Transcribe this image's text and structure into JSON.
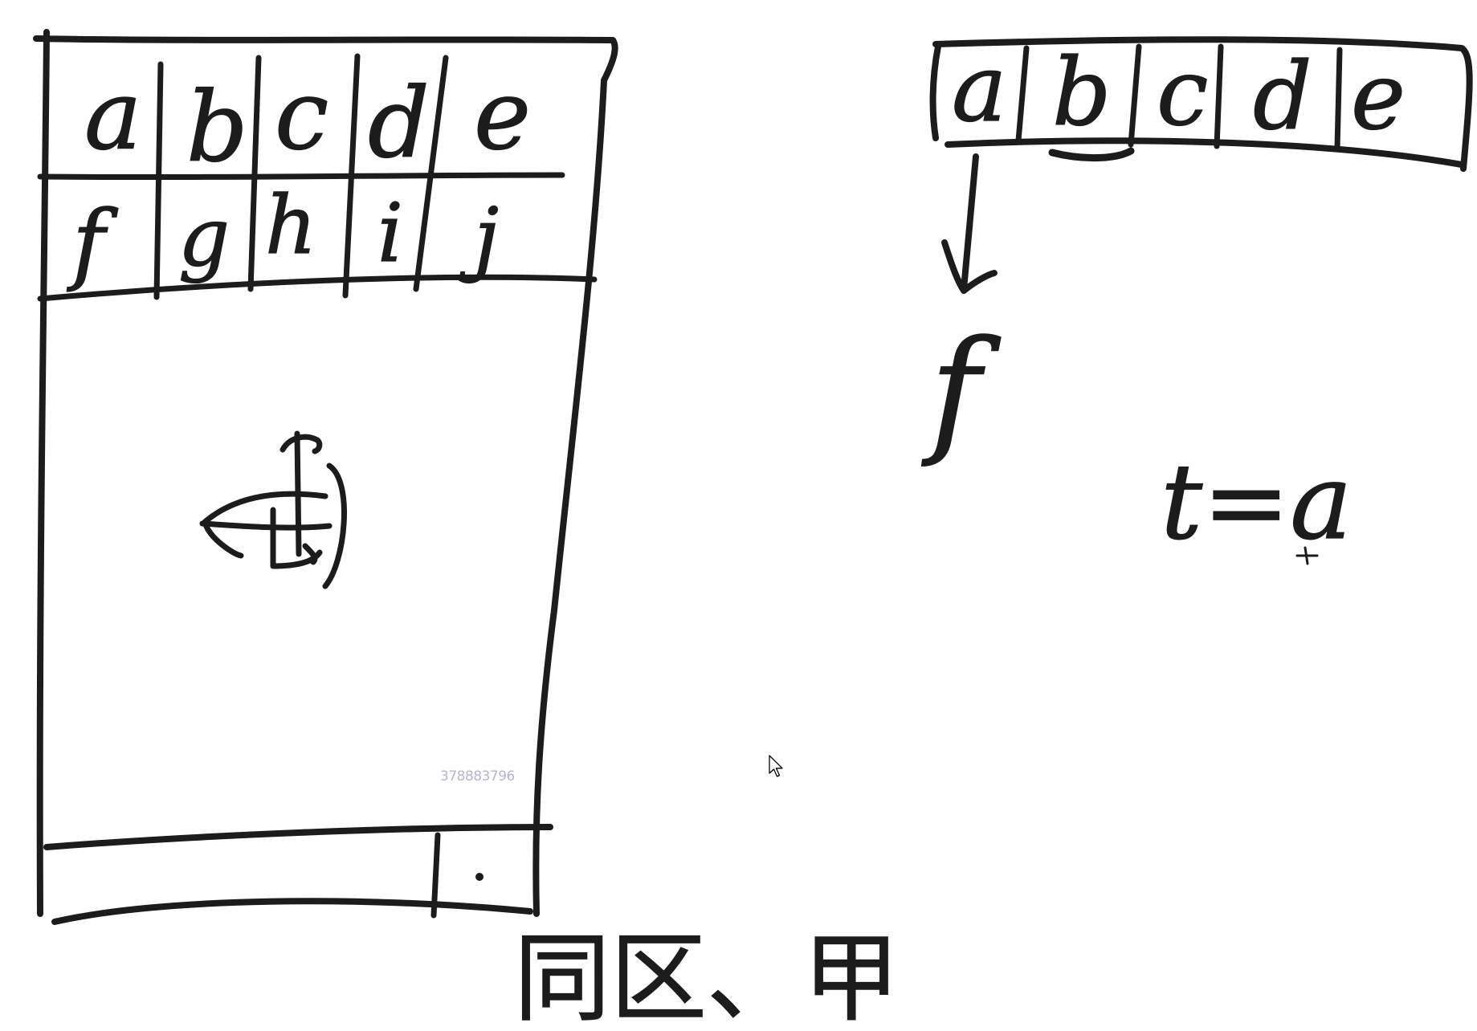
{
  "canvas": {
    "background": "#ffffff",
    "ink_color": "#1c1c1c"
  },
  "phone_sketch": {
    "grid_row_1": [
      "a",
      "b",
      "c",
      "d",
      "e"
    ],
    "grid_row_2": [
      "f",
      "g",
      "h",
      "i",
      "j"
    ],
    "caption": "同区、甲"
  },
  "array_sketch": {
    "cells": [
      "a",
      "b",
      "c",
      "d",
      "e"
    ],
    "popped_item": "f",
    "assignment": "t=a"
  },
  "watermark": {
    "text": "378883796",
    "color": "#b9b3d6"
  },
  "cursor": {
    "icon": "arrow-pointer-icon"
  }
}
